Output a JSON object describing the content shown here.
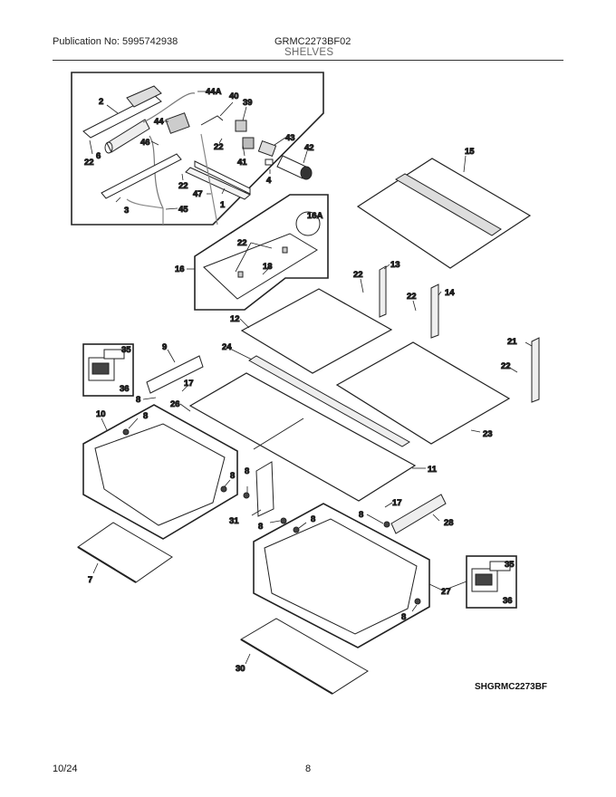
{
  "header": {
    "publication": "Publication No: 5995742938",
    "model": "GRMC2273BF02",
    "section": "SHELVES"
  },
  "footer": {
    "date": "10/24",
    "page": "8",
    "drawing_code": "SHGRMC2273BF"
  },
  "callouts": {
    "c2": "2",
    "c44A": "44A",
    "c40": "40",
    "c39": "39",
    "c44": "44",
    "c46": "46",
    "c22a": "22",
    "c6": "6",
    "c22b": "22",
    "c43": "43",
    "c42": "42",
    "c41": "41",
    "c4": "4",
    "c22c": "22",
    "c47": "47",
    "c1": "1",
    "c3": "3",
    "c45": "45",
    "c15": "15",
    "c16A": "16A",
    "c22d": "22",
    "c18": "18",
    "c16": "16",
    "c22e": "22",
    "c13": "13",
    "c22f": "22",
    "c14": "14",
    "c12": "12",
    "c24": "24",
    "c9": "9",
    "c35a": "35",
    "c36a": "36",
    "c21": "21",
    "c22g": "22",
    "c17a": "17",
    "c8a": "8",
    "c26": "26",
    "c23": "23",
    "c10": "10",
    "c8b": "8",
    "c8c": "8",
    "c8d": "8",
    "c11": "11",
    "c31": "31",
    "c8e": "8",
    "c17b": "17",
    "c8f": "8",
    "c28": "28",
    "c8g": "8",
    "c7": "7",
    "c27": "27",
    "c35b": "35",
    "c36b": "36",
    "c8h": "8",
    "c30": "30"
  }
}
